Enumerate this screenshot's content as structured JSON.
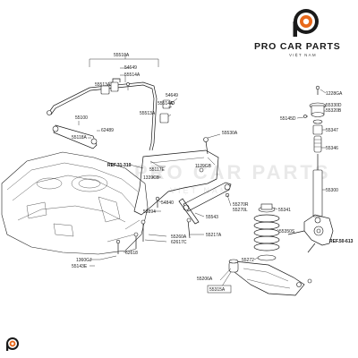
{
  "brand": {
    "name": "PRO CAR PARTS",
    "subtitle": "VIỆT NAM",
    "accent_color": "#e8681a",
    "logo_icon": "p-logo-icon"
  },
  "watermark": {
    "text": "PRO CAR PARTS",
    "subtitle": "VIỆT NAM"
  },
  "references": {
    "ref_left": "REF.31-310",
    "ref_right": "REF.50-613"
  },
  "labels": {
    "p55510A": "55510A",
    "p54649a": "54649",
    "p55514A_top": "55514A",
    "p55513A_top": "55513A",
    "p54649b": "54649",
    "p55514A_mid": "55514A",
    "p55513A_mid": "55513A",
    "p55100": "55100",
    "p62489": "62489",
    "p55118A": "55118A",
    "p55117E": "55117E",
    "p1339CB": "1339CB",
    "p1129GB": "1129GB",
    "p55530A": "55530A",
    "p1228GA": "1228GA",
    "p55330D": "55330D",
    "p55320B": "55320B",
    "p55145D": "55145D",
    "p55347": "55347",
    "p55346": "55346",
    "p55300": "55300",
    "p55270R": "55270R",
    "p55270L": "55270L",
    "p54840": "54840",
    "p55543": "55543",
    "p53894": "53894",
    "p55260A": "55260A",
    "p62617C": "62617C",
    "p55217A": "55217A",
    "p62618": "62618",
    "p1360GJ": "1360GJ",
    "p55143E": "55143E",
    "p55341": "55341",
    "p55350S": "55350S",
    "p55272": "55272",
    "p55206A": "55206A",
    "p55315A": "55315A"
  }
}
